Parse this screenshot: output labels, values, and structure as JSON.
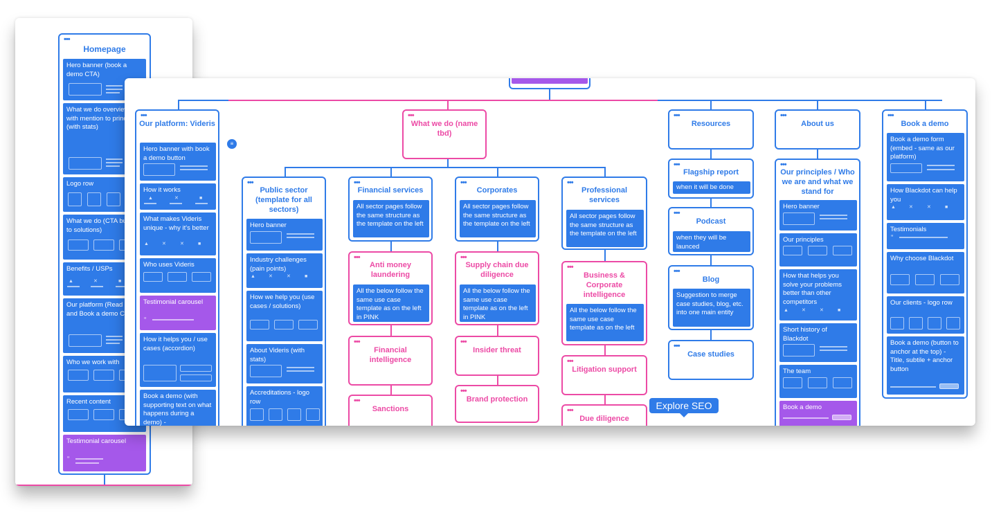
{
  "homepage": {
    "title": "Homepage",
    "cards": [
      "Hero banner (book a demo CTA)",
      "What we do overview - with mention to principles (with stats)",
      "Logo row",
      "What we do (CTA buttons to solutions)",
      "Benefits / USPs",
      "Our platform (Read more and Book a demo CTA)",
      "Who we work with",
      "Recent content",
      "Testimonial carousel"
    ]
  },
  "platform": {
    "title": "Our platform: Videris",
    "cards": [
      "Hero banner with book a demo button",
      "How it works",
      "What makes Videris unique - why it's better",
      "Who uses Videris",
      "Testimonial carousel",
      "How it helps you / use cases (accordion)",
      "Book a demo (with supporting text on what happens during a demo) -"
    ]
  },
  "whatwedo": {
    "title": "What we do (name tbd)"
  },
  "public_sector": {
    "title": "Public sector (template for all sectors)",
    "cards": [
      "Hero banner",
      "Industry challenges (pain points)",
      "How we help you (use cases / solutions)",
      "About Videris (with stats)",
      "Accreditations - logo row"
    ]
  },
  "financial": {
    "title": "Financial services",
    "note": "All sector pages follow the same structure as the template on the left",
    "subs": [
      {
        "title": "Anti money laundering",
        "note": "All the below follow the same use case template as on the left in PINK"
      },
      {
        "title": "Financial intelligence"
      },
      {
        "title": "Sanctions"
      }
    ]
  },
  "corporates": {
    "title": "Corporates",
    "note": "All sector pages follow the same structure as the template on the left",
    "subs": [
      {
        "title": "Supply chain due diligence",
        "note": "All the below follow the same use case template as on the left in PINK"
      },
      {
        "title": "Insider threat"
      },
      {
        "title": "Brand protection"
      }
    ]
  },
  "professional": {
    "title": "Professional services",
    "note": "All sector pages follow the same structure as the template on the left",
    "subs": [
      {
        "title": "Business & Corporate intelligence",
        "note": "All the below follow the same use case template as on the left"
      },
      {
        "title": "Litigation support"
      },
      {
        "title": "Due diligence"
      }
    ]
  },
  "resources": {
    "title": "Resources",
    "items": [
      {
        "title": "Flagship report",
        "note": "when it will be done"
      },
      {
        "title": "Podcast",
        "note": "when they will be launced"
      },
      {
        "title": "Blog",
        "note": "Suggestion to merge case studies, blog, etc. into one main entity"
      },
      {
        "title": "Case studies"
      }
    ]
  },
  "about": {
    "title": "About us",
    "sub_title": "Our principles / Who we are and what we stand for",
    "cards": [
      "Hero banner",
      "Our principles",
      "How that helps you solve your problems better than other competitors",
      "Short history of Blackdot",
      "The team",
      "Book a demo"
    ]
  },
  "book": {
    "title": "Book a demo",
    "cards": [
      "Book a demo form (embed - same as our platform)",
      "How Blackdot can help you",
      "Testimonials",
      "Why choose Blackdot",
      "Our clients - logo row",
      "Book a demo (button to anchor at the top) - Title, subtile + anchor button"
    ]
  },
  "bubble": "Explore SEO",
  "colors": {
    "blue": "#2f7be8",
    "pink": "#ec4aa5",
    "purple": "#a558ea"
  }
}
